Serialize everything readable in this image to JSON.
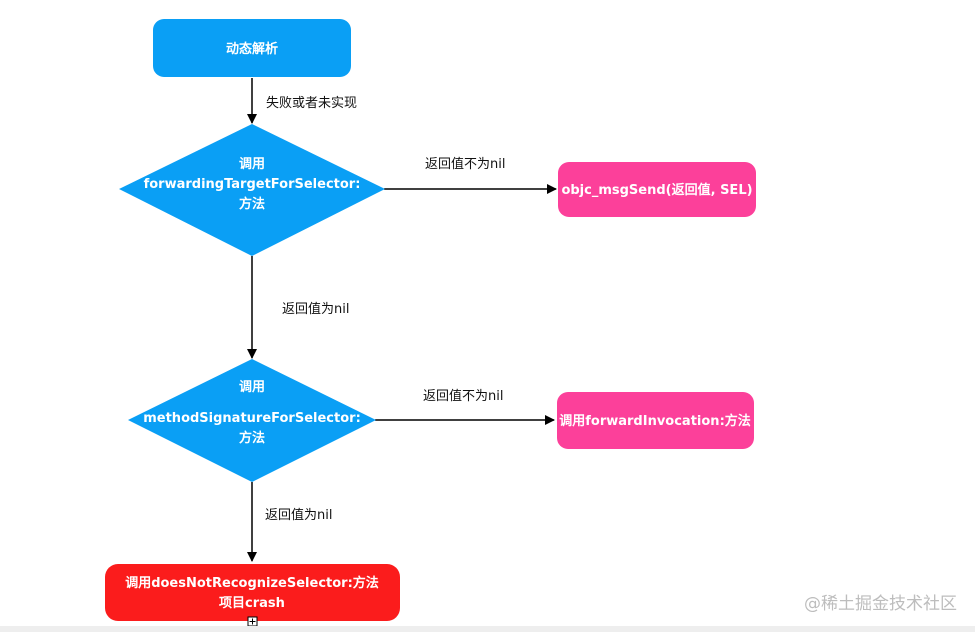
{
  "diagram": {
    "nodes": {
      "dynamic_resolution": {
        "lines": [
          "动态解析"
        ],
        "color": "#0a9ff5"
      },
      "forwarding_target": {
        "lines": [
          "调用",
          "forwardingTargetForSelector:",
          "方法"
        ],
        "color": "#0a9ff5"
      },
      "objc_msgsend": {
        "lines": [
          "objc_msgSend(返回值, SEL)"
        ],
        "color": "#fc409a"
      },
      "method_signature": {
        "lines": [
          "调用",
          "methodSignatureForSelector:",
          "方法"
        ],
        "color": "#0a9ff5"
      },
      "forward_invocation": {
        "lines": [
          "调用forwardInvocation:方法"
        ],
        "color": "#fc409a"
      },
      "does_not_recognize": {
        "lines": [
          "调用doesNotRecognizeSelector:方法",
          "项目crash"
        ],
        "color": "#fb1c1c"
      }
    },
    "edges": {
      "fail_or_not_implemented": "失败或者未实现",
      "return_not_nil_1": "返回值不为nil",
      "return_nil_1": "返回值为nil",
      "return_not_nil_2": "返回值不为nil",
      "return_nil_2": "返回值为nil"
    },
    "watermark": "@稀土掘金技术社区"
  }
}
